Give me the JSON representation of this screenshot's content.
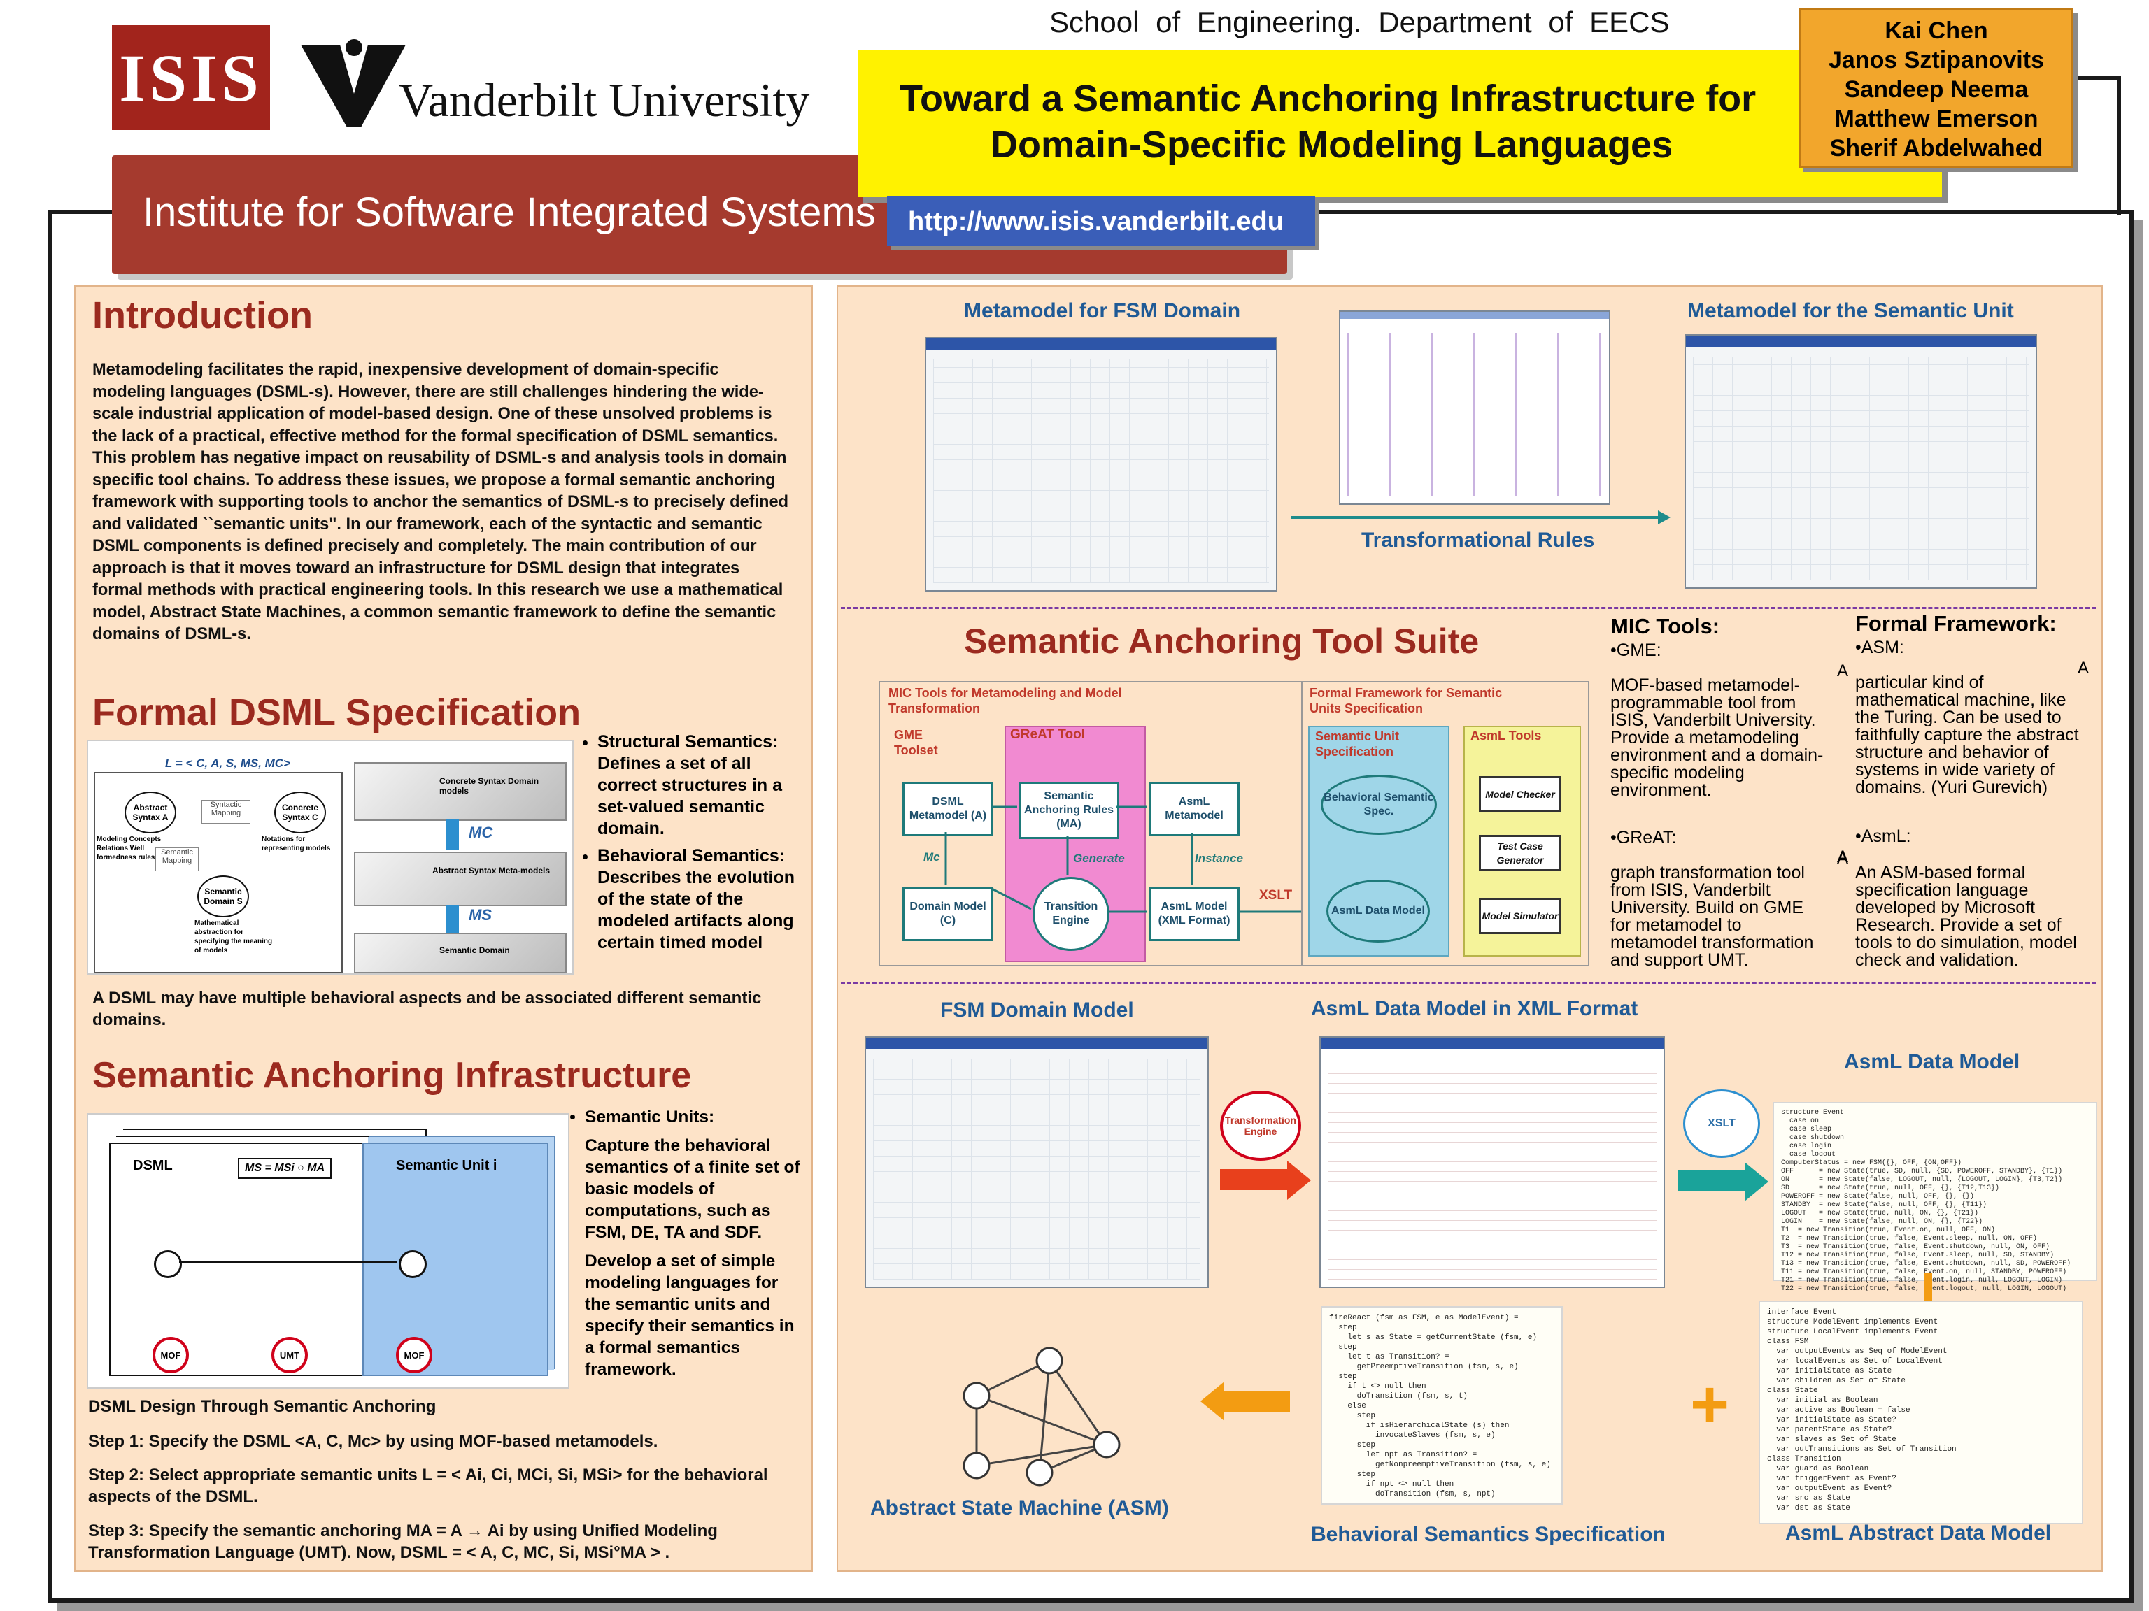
{
  "header": {
    "isis_logo": "ISIS",
    "vu_name": "Vanderbilt University",
    "institute": "Institute for Software Integrated Systems",
    "school": "School of Engineering. Department of EECS",
    "title_line1": "Toward a Semantic Anchoring Infrastructure for",
    "title_line2": "Domain-Specific Modeling Languages",
    "url": "http://www.isis.vanderbilt.edu",
    "authors": [
      "Kai Chen",
      "Janos Sztipanovits",
      "Sandeep Neema",
      "Matthew Emerson",
      "Sherif Abdelwahed"
    ]
  },
  "intro": {
    "title": "Introduction",
    "text": "Metamodeling facilitates the rapid, inexpensive development of domain-specific modeling languages (DSML-s). However, there are still challenges hindering the wide-scale industrial application of model-based design. One of these unsolved problems is the lack of a practical, effective method for the formal specification of DSML semantics. This problem has negative impact on reusability of DSML-s and analysis tools in domain specific tool chains. To address these issues, we propose a formal semantic anchoring framework with supporting tools to anchor the semantics of DSML-s to precisely defined and validated ``semantic units\". In our framework, each of the syntactic and semantic DSML components is defined precisely and completely. The main contribution of our approach is that it moves toward an infrastructure for DSML design that integrates formal methods with practical engineering tools. In this research we use a mathematical model, Abstract State Machines, a common semantic framework to define the semantic domains of DSML-s."
  },
  "formal": {
    "title": "Formal DSML Specification",
    "diagram_formula": "L = < C, A, S, MS, MC>",
    "diagram_nodes": [
      "Abstract Syntax A",
      "Concrete Syntax C",
      "Semantic Domain S",
      "Syntactic Mapping",
      "Semantic Mapping"
    ],
    "diagram_notes": [
      "Modeling Concepts Relations Well formedness rules",
      "Notations for representing models",
      "Mathematical abstraction for specifying the meaning of models"
    ],
    "stack_labels": [
      "Concrete Syntax Domain models",
      "Abstract Syntax Meta-models",
      "Semantic Domain"
    ],
    "stack_arrows": [
      "MC",
      "MS"
    ],
    "bullet1_title": "Structural Semantics:",
    "bullet1_text": "Defines a set of all correct structures in a set-valued semantic domain.",
    "bullet2_title": "Behavioral Semantics:",
    "bullet2_text": "Describes the evolution of the state of the modeled artifacts along certain timed model",
    "footer": "A DSML may have multiple behavioral aspects and be associated different semantic domains."
  },
  "infra": {
    "title": "Semantic Anchoring Infrastructure",
    "diagram_dsml": "DSML",
    "diagram_su": "Semantic Unit i",
    "diagram_formula": "MS = MSi ○ MA",
    "diagram_nodes": [
      "MOF",
      "UMT",
      "MOF"
    ],
    "bullet_title": "Semantic Units:",
    "bullet_text1": "Capture the behavioral semantics of a finite set of basic models of computations, such as FSM, DE, TA and SDF.",
    "bullet_text2": "Develop a set of simple modeling languages for the semantic units and specify their semantics in a formal semantics framework.",
    "design_title": "DSML Design Through Semantic Anchoring",
    "step1": "Step 1: Specify the DSML <A, C, Mc> by using MOF-based metamodels.",
    "step2": "Step 2: Select appropriate semantic units L = < Ai, Ci, MCi, Si, MSi> for the behavioral aspects of the DSML.",
    "step3": "Step 3: Specify the semantic anchoring MA = A → Ai by using Unified Modeling Transformation Language (UMT). Now, DSML = < A, C, MC, Si, MSi°MA > ."
  },
  "right_top": {
    "fsm_meta": "Metamodel for FSM Domain",
    "su_meta": "Metamodel for the Semantic Unit",
    "trans_rules": "Transformational Rules"
  },
  "toolsuite": {
    "title": "Semantic Anchoring Tool Suite",
    "mic_box_title": "MIC Tools for Metamodeling and Model Transformation",
    "gme_label": "GME Toolset",
    "great_label": "GReAT Tool",
    "ff_box_title": "Formal Framework for Semantic Units Specification",
    "su_spec_label": "Semantic Unit Specification",
    "asml_tools_label": "AsmL Tools",
    "dsml_meta": "DSML Metamodel (A)",
    "rules": "Semantic Anchoring Rules (MA)",
    "asml_meta": "AsmL Metamodel",
    "domain_model": "Domain Model (C)",
    "trans_engine": "Transition Engine",
    "asml_model": "AsmL Model (XML Format)",
    "behav_spec": "Behavioral Semantic Spec.",
    "asml_data": "AsmL Data Model",
    "checker": "Model Checker",
    "generator": "Test Case Generator",
    "simulator": "Model Simulator",
    "mc": "Mc",
    "generate": "Generate",
    "instance": "Instance",
    "xslt": "XSLT"
  },
  "mic_tools": {
    "title": "MIC Tools:",
    "gme": "•GME:",
    "gme_text": "MOF-based metamodel-programmable tool from ISIS, Vanderbilt University. Provide a metamodeling environment and a domain-specific modeling environment.",
    "great": "•GReAT:",
    "great_text": "graph transformation tool from ISIS, Vanderbilt University. Build on GME for metamodel to metamodel transformation and support UMT.",
    "a_mark": "A"
  },
  "formal_fw": {
    "title": "Formal Framework:",
    "asm": "•ASM:",
    "asm_text": "particular kind of mathematical machine, like the Turing. Can be used to faithfully capture the abstract structure and behavior of systems in wide variety of domains. (Yuri Gurevich)",
    "asml": "•AsmL:",
    "asml_text": "An ASM-based formal specification language developed by Microsoft Research. Provide a set of tools to do simulation, model check and validation.",
    "a_mark": "A"
  },
  "bottom": {
    "fsm_model": "FSM Domain Model",
    "xml_model": "AsmL Data Model in XML Format",
    "asml_data_model": "AsmL Data Model",
    "xslt": "XSLT",
    "trans_engine": "Transformation Engine",
    "asm": "Abstract State Machine (ASM)",
    "behav_spec": "Behavioral Semantics Specification",
    "abstract_model": "AsmL Abstract Data Model",
    "plus": "+",
    "code_data": "structure Event\n  case on\n  case sleep\n  case shutdown\n  case login\n  case logout\nComputerStatus = new FSM({}, OFF, {ON,OFF})\nOFF      = new State(true, SD, null, {SD, POWEROFF, STANDBY}, {T1})\nON       = new State(false, LOGOUT, null, {LOGOUT, LOGIN}, {T3,T2})\nSD       = new State(true, null, OFF, {}, {T12,T13})\nPOWEROFF = new State(false, null, OFF, {}, {})\nSTANDBY  = new State(false, null, OFF, {}, {T11})\nLOGOUT   = new State(true, null, ON, {}, {T21})\nLOGIN    = new State(false, null, ON, {}, {T22})\nT1  = new Transition(true, Event.on, null, OFF, ON)\nT2  = new Transition(true, false, Event.sleep, null, ON, OFF)\nT3  = new Transition(true, false, Event.shutdown, null, ON, OFF)\nT12 = new Transition(true, false, Event.sleep, null, SD, STANDBY)\nT13 = new Transition(true, false, Event.shutdown, null, SD, POWEROFF)\nT11 = new Transition(true, false, Event.on, null, STANDBY, POWEROFF)\nT21 = new Transition(true, false, Event.login, null, LOGOUT, LOGIN)\nT22 = new Transition(true, false, Event.logout, null, LOGIN, LOGOUT)",
    "code_behav": "fireReact (fsm as FSM, e as ModelEvent) =\n  step\n    let s as State = getCurrentState (fsm, e)\n  step\n    let t as Transition? =\n      getPreemptiveTransition (fsm, s, e)\n  step\n    if t <> null then\n      doTransition (fsm, s, t)\n    else\n      step\n        if isHierarchicalState (s) then\n          invocateSlaves (fsm, s, e)\n      step\n        let npt as Transition? =\n          getNonpreemptiveTransition (fsm, s, e)\n      step\n        if npt <> null then\n          doTransition (fsm, s, npt)",
    "code_abstract": "interface Event\nstructure ModelEvent implements Event\nstructure LocalEvent implements Event\nclass FSM\n  var outputEvents as Seq of ModelEvent\n  var localEvents as Set of LocalEvent\n  var initialState as State\n  var children as Set of State\nclass State\n  var initial as Boolean\n  var active as Boolean = false\n  var initialState as State?\n  var parentState as State?\n  var slaves as Set of State\n  var outTransitions as Set of Transition\nclass Transition\n  var guard as Boolean\n  var triggerEvent as Event?\n  var outputEvent as Event?\n  var src as State\n  var dst as State"
  }
}
